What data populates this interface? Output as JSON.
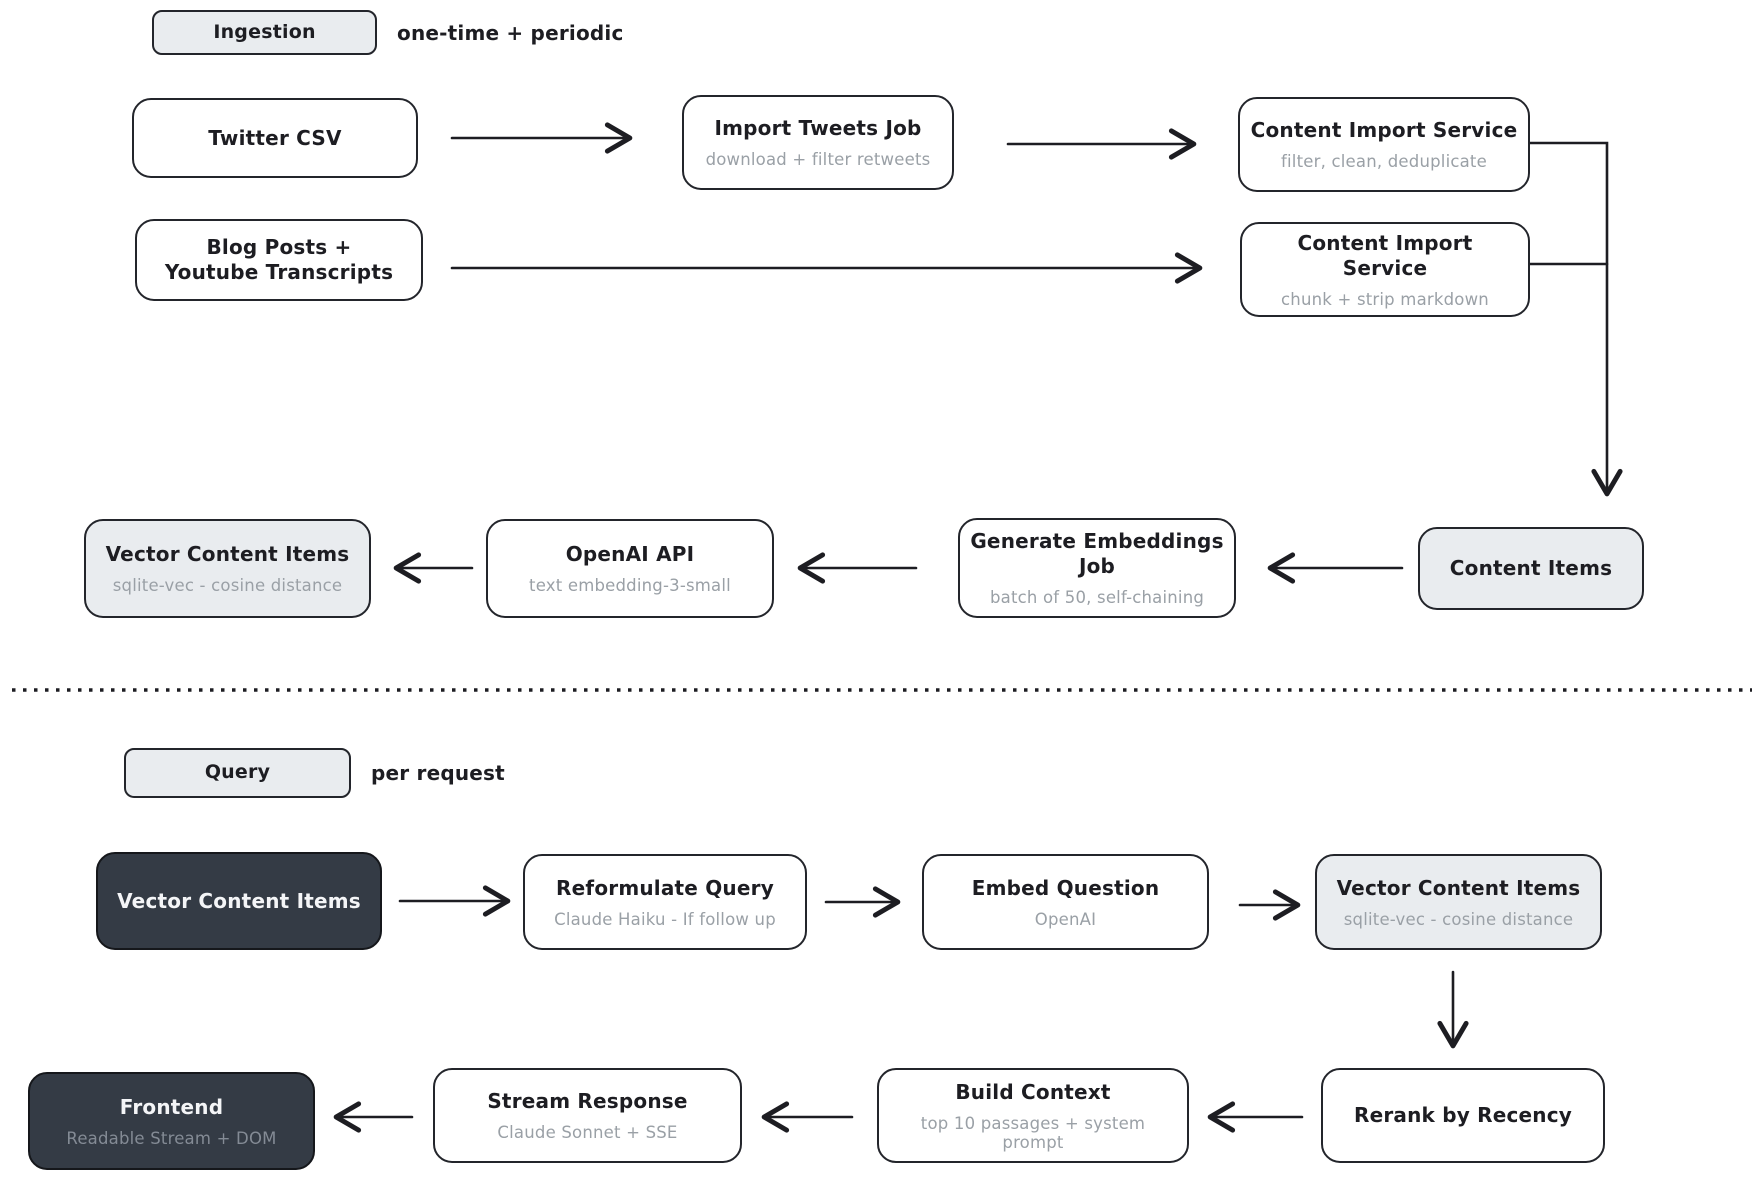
{
  "ingestion": {
    "label": "Ingestion",
    "note": "one-time + periodic",
    "nodes": {
      "twitter_csv": {
        "title": "Twitter CSV"
      },
      "import_tweets_job": {
        "title": "Import Tweets Job",
        "subtitle": "download + filter retweets"
      },
      "content_import_service_1": {
        "title": "Content Import Service",
        "subtitle": "filter, clean, deduplicate"
      },
      "blog_posts": {
        "title": "Blog Posts + Youtube Transcripts"
      },
      "content_import_service_2": {
        "title": "Content Import Service",
        "subtitle": "chunk + strip markdown"
      },
      "content_items": {
        "title": "Content Items"
      },
      "generate_embeddings_job": {
        "title": "Generate Embeddings Job",
        "subtitle": "batch of 50, self-chaining"
      },
      "openai_api": {
        "title": "OpenAI API",
        "subtitle": "text embedding-3-small"
      },
      "vector_content_items": {
        "title": "Vector Content Items",
        "subtitle": "sqlite-vec - cosine distance"
      }
    }
  },
  "query": {
    "label": "Query",
    "note": "per request",
    "nodes": {
      "vector_content_items_source": {
        "title": "Vector Content Items"
      },
      "reformulate_query": {
        "title": "Reformulate Query",
        "subtitle": "Claude Haiku - If follow up"
      },
      "embed_question": {
        "title": "Embed Question",
        "subtitle": "OpenAI"
      },
      "vector_content_items_store": {
        "title": "Vector Content Items",
        "subtitle": "sqlite-vec - cosine distance"
      },
      "rerank_by_recency": {
        "title": "Rerank by Recency"
      },
      "build_context": {
        "title": "Build Context",
        "subtitle": "top 10 passages + system prompt"
      },
      "stream_response": {
        "title": "Stream Response",
        "subtitle": "Claude Sonnet + SSE"
      },
      "frontend": {
        "title": "Frontend",
        "subtitle": "Readable Stream + DOM"
      }
    }
  },
  "colors": {
    "light_fill": "#e9ecef",
    "dark_fill": "#343b45",
    "stroke": "#1d1d22",
    "subtitle_gray": "#9aa0a6"
  }
}
